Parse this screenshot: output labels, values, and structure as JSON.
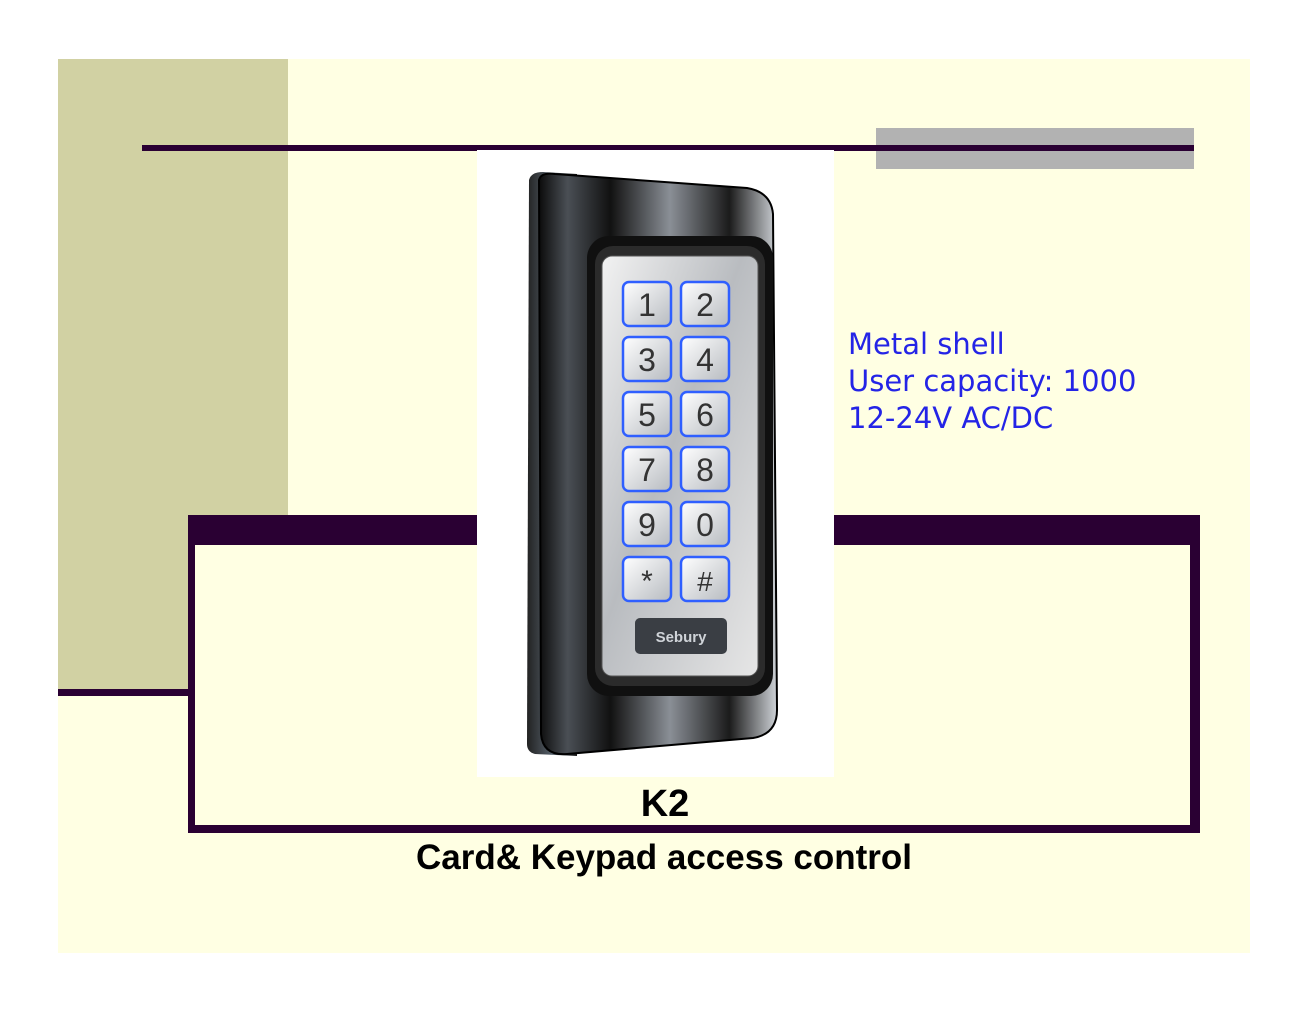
{
  "product": {
    "model": "K2",
    "description": "Card& Keypad access control",
    "specs": [
      "Metal shell",
      "User capacity: 1000",
      "12-24V AC/DC"
    ],
    "brand": "Sebury",
    "keys": [
      "1",
      "2",
      "3",
      "4",
      "5",
      "6",
      "7",
      "8",
      "9",
      "0",
      "*",
      "#"
    ]
  },
  "colors": {
    "background": "#ffffe3",
    "accent_panel": "#d1d1a3",
    "rule": "#2a0033",
    "spec_text": "#2424e6"
  }
}
